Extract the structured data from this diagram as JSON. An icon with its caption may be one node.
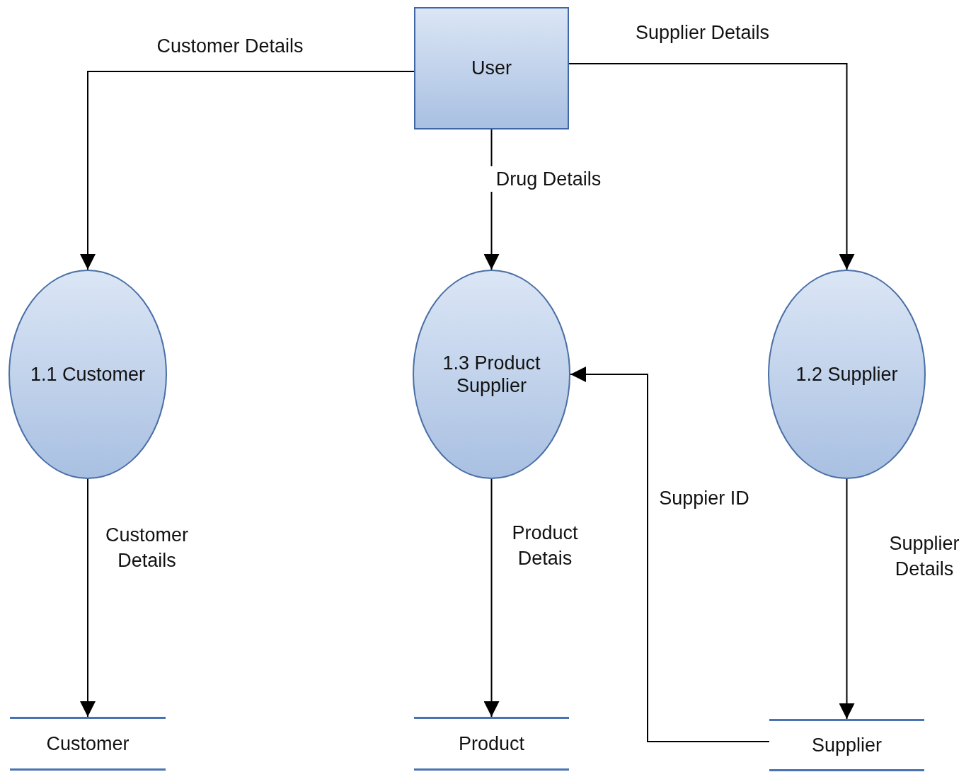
{
  "diagram": {
    "nodes": [
      {
        "text": [
          "User"
        ]
      },
      {
        "text": [
          "1.1 Customer"
        ]
      },
      {
        "text": [
          "1.3 Product Supplier"
        ]
      },
      {
        "text": [
          "1.2 Supplier"
        ]
      },
      {
        "text": [
          "Customer"
        ]
      },
      {
        "text": [
          "Product"
        ]
      },
      {
        "text": [
          "Supplier"
        ]
      }
    ],
    "edges": [
      {
        "from": 0,
        "to": 1,
        "arrow": "to",
        "label": "Customer Details"
      },
      {
        "from": 0,
        "to": 2,
        "arrow": "to",
        "label": "Drug Details"
      },
      {
        "from": 0,
        "to": 3,
        "arrow": "to",
        "label": "Supplier Details"
      },
      {
        "from": 1,
        "to": 4,
        "arrow": "to",
        "label": "Customer Details"
      },
      {
        "from": 2,
        "to": 5,
        "arrow": "to",
        "label": "Product Detais"
      },
      {
        "from": 3,
        "to": 6,
        "arrow": "to",
        "label": "Supplier Details"
      },
      {
        "from": 6,
        "to": 2,
        "arrow": "to",
        "label": "Suppier ID"
      }
    ]
  }
}
